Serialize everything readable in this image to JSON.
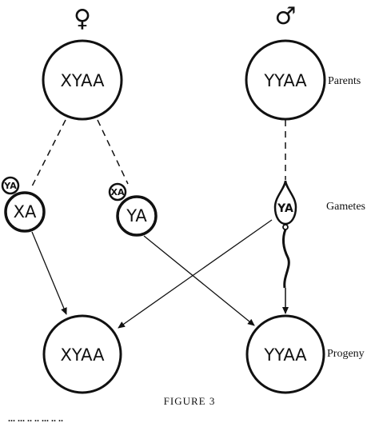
{
  "symbols": {
    "female": "♀",
    "male": "♂"
  },
  "parents": {
    "female": "XYAA",
    "male": "YYAA",
    "row_label": "Parents"
  },
  "gametes": {
    "female_1": {
      "main": "XA",
      "polar_body": "YA"
    },
    "female_2": {
      "main": "YA",
      "polar_body": "XA"
    },
    "sperm": "YA",
    "row_label": "Gametes"
  },
  "progeny": {
    "left": "XYAA",
    "right": "YYAA",
    "row_label": "Progeny"
  },
  "caption": "FIGURE 3",
  "cut_text": "... ...  .. ..  ...  ..  .."
}
